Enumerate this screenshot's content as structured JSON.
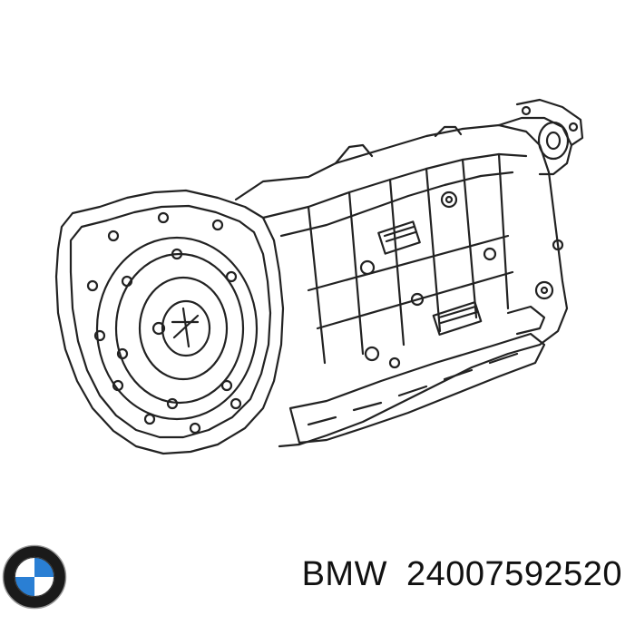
{
  "product": {
    "image": "transmission-line-drawing",
    "brand_icon": "bmw-logo-icon"
  },
  "caption": {
    "brand": "BMW",
    "part_number": "24007592520"
  },
  "colors": {
    "line": "#222222",
    "logo_blue": "#2a7fd4",
    "logo_ring": "#1a1a1a",
    "text": "#111111"
  }
}
